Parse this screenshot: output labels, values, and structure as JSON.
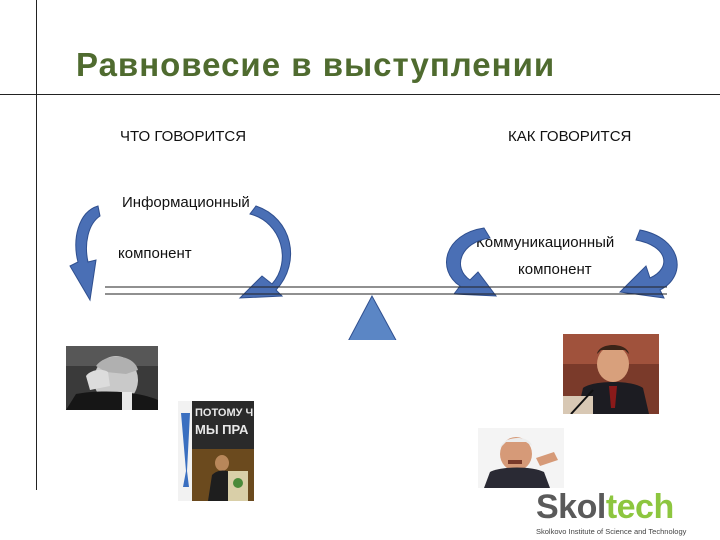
{
  "title": "Равновесие в выступлении",
  "left_heading": "ЧТО ГОВОРИТСЯ",
  "right_heading": "КАК ГОВОРИТСЯ",
  "left_component": {
    "line1": "Информационный",
    "line2": "компонент"
  },
  "right_component": {
    "line1": "Коммуникационный",
    "line2": "компонент"
  },
  "photo_banner": {
    "line1": "ПОТОМУ Ч",
    "line2": "МЫ ПРА"
  },
  "logo": {
    "skol": "Skol",
    "tech": "tech",
    "subtitle": "Skolkovo Institute of Science and Technology"
  },
  "colors": {
    "title": "#4f6b2f",
    "arrow": "#4a6fb5",
    "triangle": "#5b86c5",
    "logo_grey": "#5a5a5a",
    "logo_green": "#8dc63f"
  }
}
